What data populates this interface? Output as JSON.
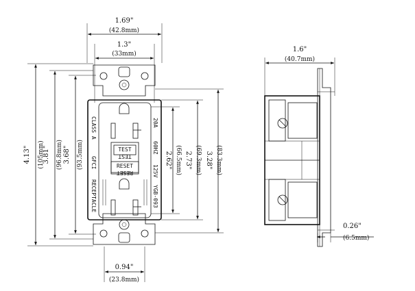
{
  "front_view": {
    "overall_width": {
      "inch": "1.69\"",
      "mm": "(42.8mm)"
    },
    "face_width": {
      "inch": "1.3\"",
      "mm": "(33mm)"
    },
    "bottom_width": {
      "inch": "0.94\"",
      "mm": "(23.8mm)"
    },
    "heights": [
      {
        "inch": "4.13\"",
        "mm": "(105mm)"
      },
      {
        "inch": "3.81\"",
        "mm": "(96.8mm)"
      },
      {
        "inch": "3.68\"",
        "mm": "(93.5mm)"
      },
      {
        "inch": "2.62\"",
        "mm": "(66.5mm)"
      },
      {
        "inch": "2.73\"",
        "mm": "(69.3mm)"
      },
      {
        "inch": "3.28\"",
        "mm": "(83.3mm)"
      }
    ],
    "face_labels": {
      "class": "CLASS  A",
      "gfci": "GFCI",
      "receptacle": "RECEPTACLE",
      "amps": "20A",
      "freq": "60HZ",
      "volts": "125V",
      "model": "YGB-093",
      "test": "TEST",
      "test_mirror": "TEST",
      "reset": "RESET",
      "reset_mirror": "RESET"
    }
  },
  "side_view": {
    "depth": {
      "inch": "1.6\"",
      "mm": "(40.7mm)"
    },
    "plate": {
      "inch": "0.26\"",
      "mm": "(6.5mm)"
    }
  }
}
